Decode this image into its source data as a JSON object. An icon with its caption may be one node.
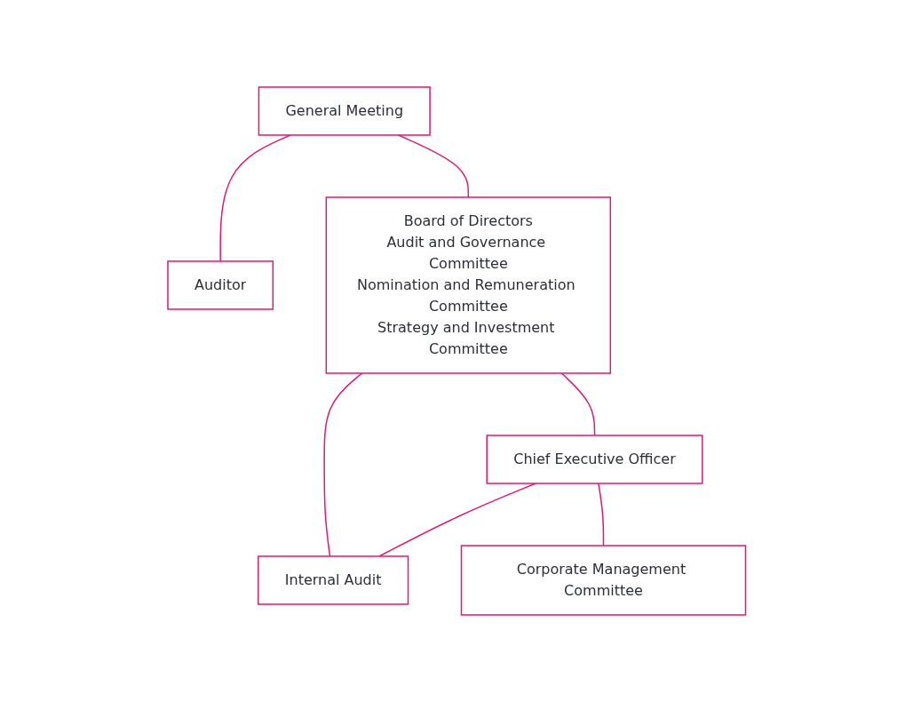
{
  "diagram": {
    "nodes": [
      {
        "text": [
          "General Meeting"
        ]
      },
      {
        "text": [
          "Auditor"
        ]
      },
      {
        "text": [
          "Board of Directors",
          "Audit and Governance Committee",
          "Nomination and Remuneration Committee",
          "Strategy and Investment Committee"
        ]
      },
      {
        "text": [
          "Chief Executive Officer"
        ]
      },
      {
        "text": [
          "Internal Audit"
        ]
      },
      {
        "text": [
          "Corporate Management Committee"
        ]
      }
    ],
    "edges": [
      {
        "from": 0,
        "to": 1,
        "arrow": "none"
      },
      {
        "from": 0,
        "to": 2,
        "arrow": "none"
      },
      {
        "from": 2,
        "to": 4,
        "arrow": "none"
      },
      {
        "from": 2,
        "to": 3,
        "arrow": "none"
      },
      {
        "from": 3,
        "to": 4,
        "arrow": "none"
      },
      {
        "from": 3,
        "to": 5,
        "arrow": "none"
      }
    ]
  }
}
